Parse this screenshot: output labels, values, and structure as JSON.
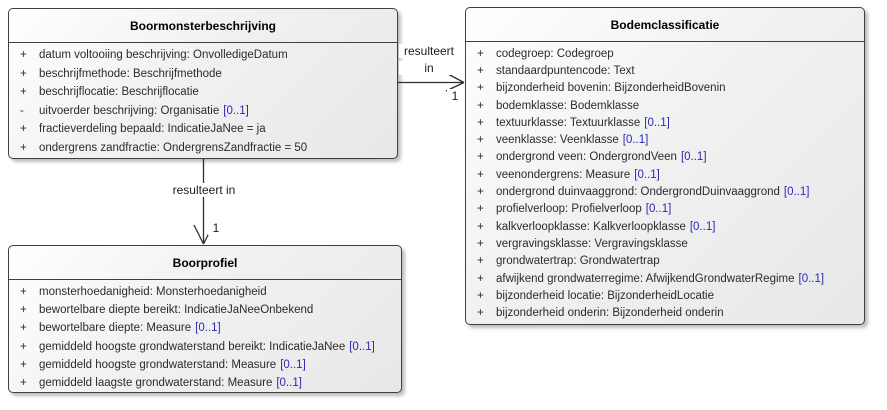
{
  "diagram": {
    "type": "uml-class-diagram",
    "colors": {
      "background": "#ffffff",
      "box_fill_top": "#ffffff",
      "box_fill_bottom": "#e8e8e8",
      "box_border": "#3f3f3f",
      "attribute_text": "#2b2b2b",
      "multiplicity_text": "#2929b8",
      "connector_line": "#2f2f2f"
    },
    "classes": [
      {
        "name": "Boormonsterbeschrijving",
        "attributes": [
          {
            "vis": "+",
            "decl": "datum voltooiing beschrijving: OnvolledigeDatum",
            "mult": ""
          },
          {
            "vis": "+",
            "decl": "beschrijfmethode: Beschrijfmethode",
            "mult": ""
          },
          {
            "vis": "+",
            "decl": "beschrijflocatie: Beschrijflocatie",
            "mult": ""
          },
          {
            "vis": "-",
            "decl": "uitvoerder beschrijving: Organisatie",
            "mult": "[0..1]"
          },
          {
            "vis": "+",
            "decl": "fractieverdeling bepaald: IndicatieJaNee = ja",
            "mult": ""
          },
          {
            "vis": "+",
            "decl": "ondergrens zandfractie: OndergrensZandfractie = 50",
            "mult": ""
          }
        ]
      },
      {
        "name": "Bodemclassificatie",
        "attributes": [
          {
            "vis": "+",
            "decl": "codegroep: Codegroep",
            "mult": ""
          },
          {
            "vis": "+",
            "decl": "standaardpuntencode: Text",
            "mult": ""
          },
          {
            "vis": "+",
            "decl": "bijzonderheid bovenin: BijzonderheidBovenin",
            "mult": ""
          },
          {
            "vis": "+",
            "decl": "bodemklasse: Bodemklasse",
            "mult": ""
          },
          {
            "vis": "+",
            "decl": "textuurklasse: Textuurklasse",
            "mult": "[0..1]"
          },
          {
            "vis": "+",
            "decl": "veenklasse: Veenklasse",
            "mult": "[0..1]"
          },
          {
            "vis": "+",
            "decl": "ondergrond veen: OndergrondVeen",
            "mult": "[0..1]"
          },
          {
            "vis": "+",
            "decl": "veenondergrens: Measure",
            "mult": "[0..1]"
          },
          {
            "vis": "+",
            "decl": "ondergrond duinvaaggrond: OndergrondDuinvaaggrond",
            "mult": "[0..1]"
          },
          {
            "vis": "+",
            "decl": "profielverloop: Profielverloop",
            "mult": "[0..1]"
          },
          {
            "vis": "+",
            "decl": "kalkverloopklasse: Kalkverloopklasse",
            "mult": "[0..1]"
          },
          {
            "vis": "+",
            "decl": "vergravingsklasse: Vergravingsklasse",
            "mult": ""
          },
          {
            "vis": "+",
            "decl": "grondwatertrap: Grondwatertrap",
            "mult": ""
          },
          {
            "vis": "+",
            "decl": "afwijkend grondwaterregime: AfwijkendGrondwaterRegime",
            "mult": "[0..1]"
          },
          {
            "vis": "+",
            "decl": "bijzonderheid locatie: BijzonderheidLocatie",
            "mult": ""
          },
          {
            "vis": "+",
            "decl": "bijzonderheid onderin: Bijzonderheid onderin",
            "mult": ""
          }
        ]
      },
      {
        "name": "Boorprofiel",
        "attributes": [
          {
            "vis": "+",
            "decl": "monsterhoedanigheid: Monsterhoedanigheid",
            "mult": ""
          },
          {
            "vis": "+",
            "decl": "bewortelbare diepte bereikt: IndicatieJaNeeOnbekend",
            "mult": ""
          },
          {
            "vis": "+",
            "decl": "bewortelbare diepte: Measure",
            "mult": "[0..1]"
          },
          {
            "vis": "+",
            "decl": "gemiddeld hoogste grondwaterstand bereikt: IndicatieJaNee",
            "mult": "[0..1]"
          },
          {
            "vis": "+",
            "decl": "gemiddeld hoogste grondwaterstand: Measure",
            "mult": "[0..1]"
          },
          {
            "vis": "+",
            "decl": "gemiddeld laagste grondwaterstand: Measure",
            "mult": "[0..1]"
          }
        ]
      }
    ],
    "connectors": [
      {
        "from": "Boormonsterbeschrijving",
        "to": "Bodemclassificatie",
        "label_top": "resulteert",
        "label_bottom": "in",
        "multiplicity": "1"
      },
      {
        "from": "Boormonsterbeschrijving",
        "to": "Boorprofiel",
        "label": "resulteert in",
        "multiplicity": "1"
      }
    ]
  }
}
